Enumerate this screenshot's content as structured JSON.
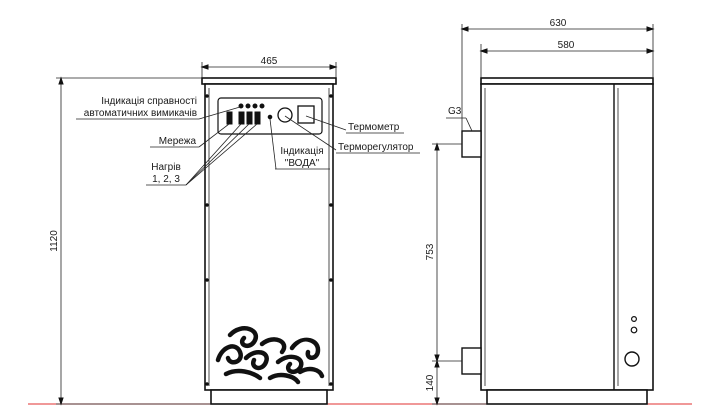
{
  "dimensions": {
    "front_width": "465",
    "front_height": "1120",
    "side_depth_total": "630",
    "side_depth_body": "580",
    "outlet_spacing": "753",
    "inlet_height": "140",
    "pipe_thread": "G3"
  },
  "labels": {
    "indicator_line1": "Індикація справності",
    "indicator_line2": "автоматичних вимикачів",
    "network": "Мережа",
    "heating_line1": "Нагрів",
    "heating_line2": "1, 2, 3",
    "water_line1": "Індикація",
    "water_line2": "\"ВОДА\"",
    "thermometer": "Термометр",
    "thermoregulator": "Терморегулятор"
  },
  "colors": {
    "lines": "#111111",
    "floor_line": "#e03030"
  }
}
